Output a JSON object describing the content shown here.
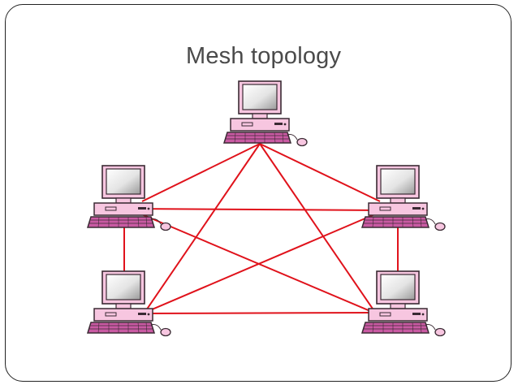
{
  "slide": {
    "title": "Mesh topology"
  },
  "diagram": {
    "node_icon": "desktop-computer-icon",
    "link_color": "#e0121b",
    "computer_case_color": "#f7c6e0",
    "computer_outline_color": "#3a2a33",
    "nodes": [
      {
        "id": "top"
      },
      {
        "id": "left"
      },
      {
        "id": "right"
      },
      {
        "id": "bottom-left"
      },
      {
        "id": "bottom-right"
      }
    ],
    "links": [
      [
        "top",
        "left"
      ],
      [
        "top",
        "right"
      ],
      [
        "top",
        "bottom-left"
      ],
      [
        "top",
        "bottom-right"
      ],
      [
        "left",
        "right"
      ],
      [
        "left",
        "bottom-left"
      ],
      [
        "left",
        "bottom-right"
      ],
      [
        "right",
        "bottom-left"
      ],
      [
        "right",
        "bottom-right"
      ],
      [
        "bottom-left",
        "bottom-right"
      ]
    ]
  }
}
